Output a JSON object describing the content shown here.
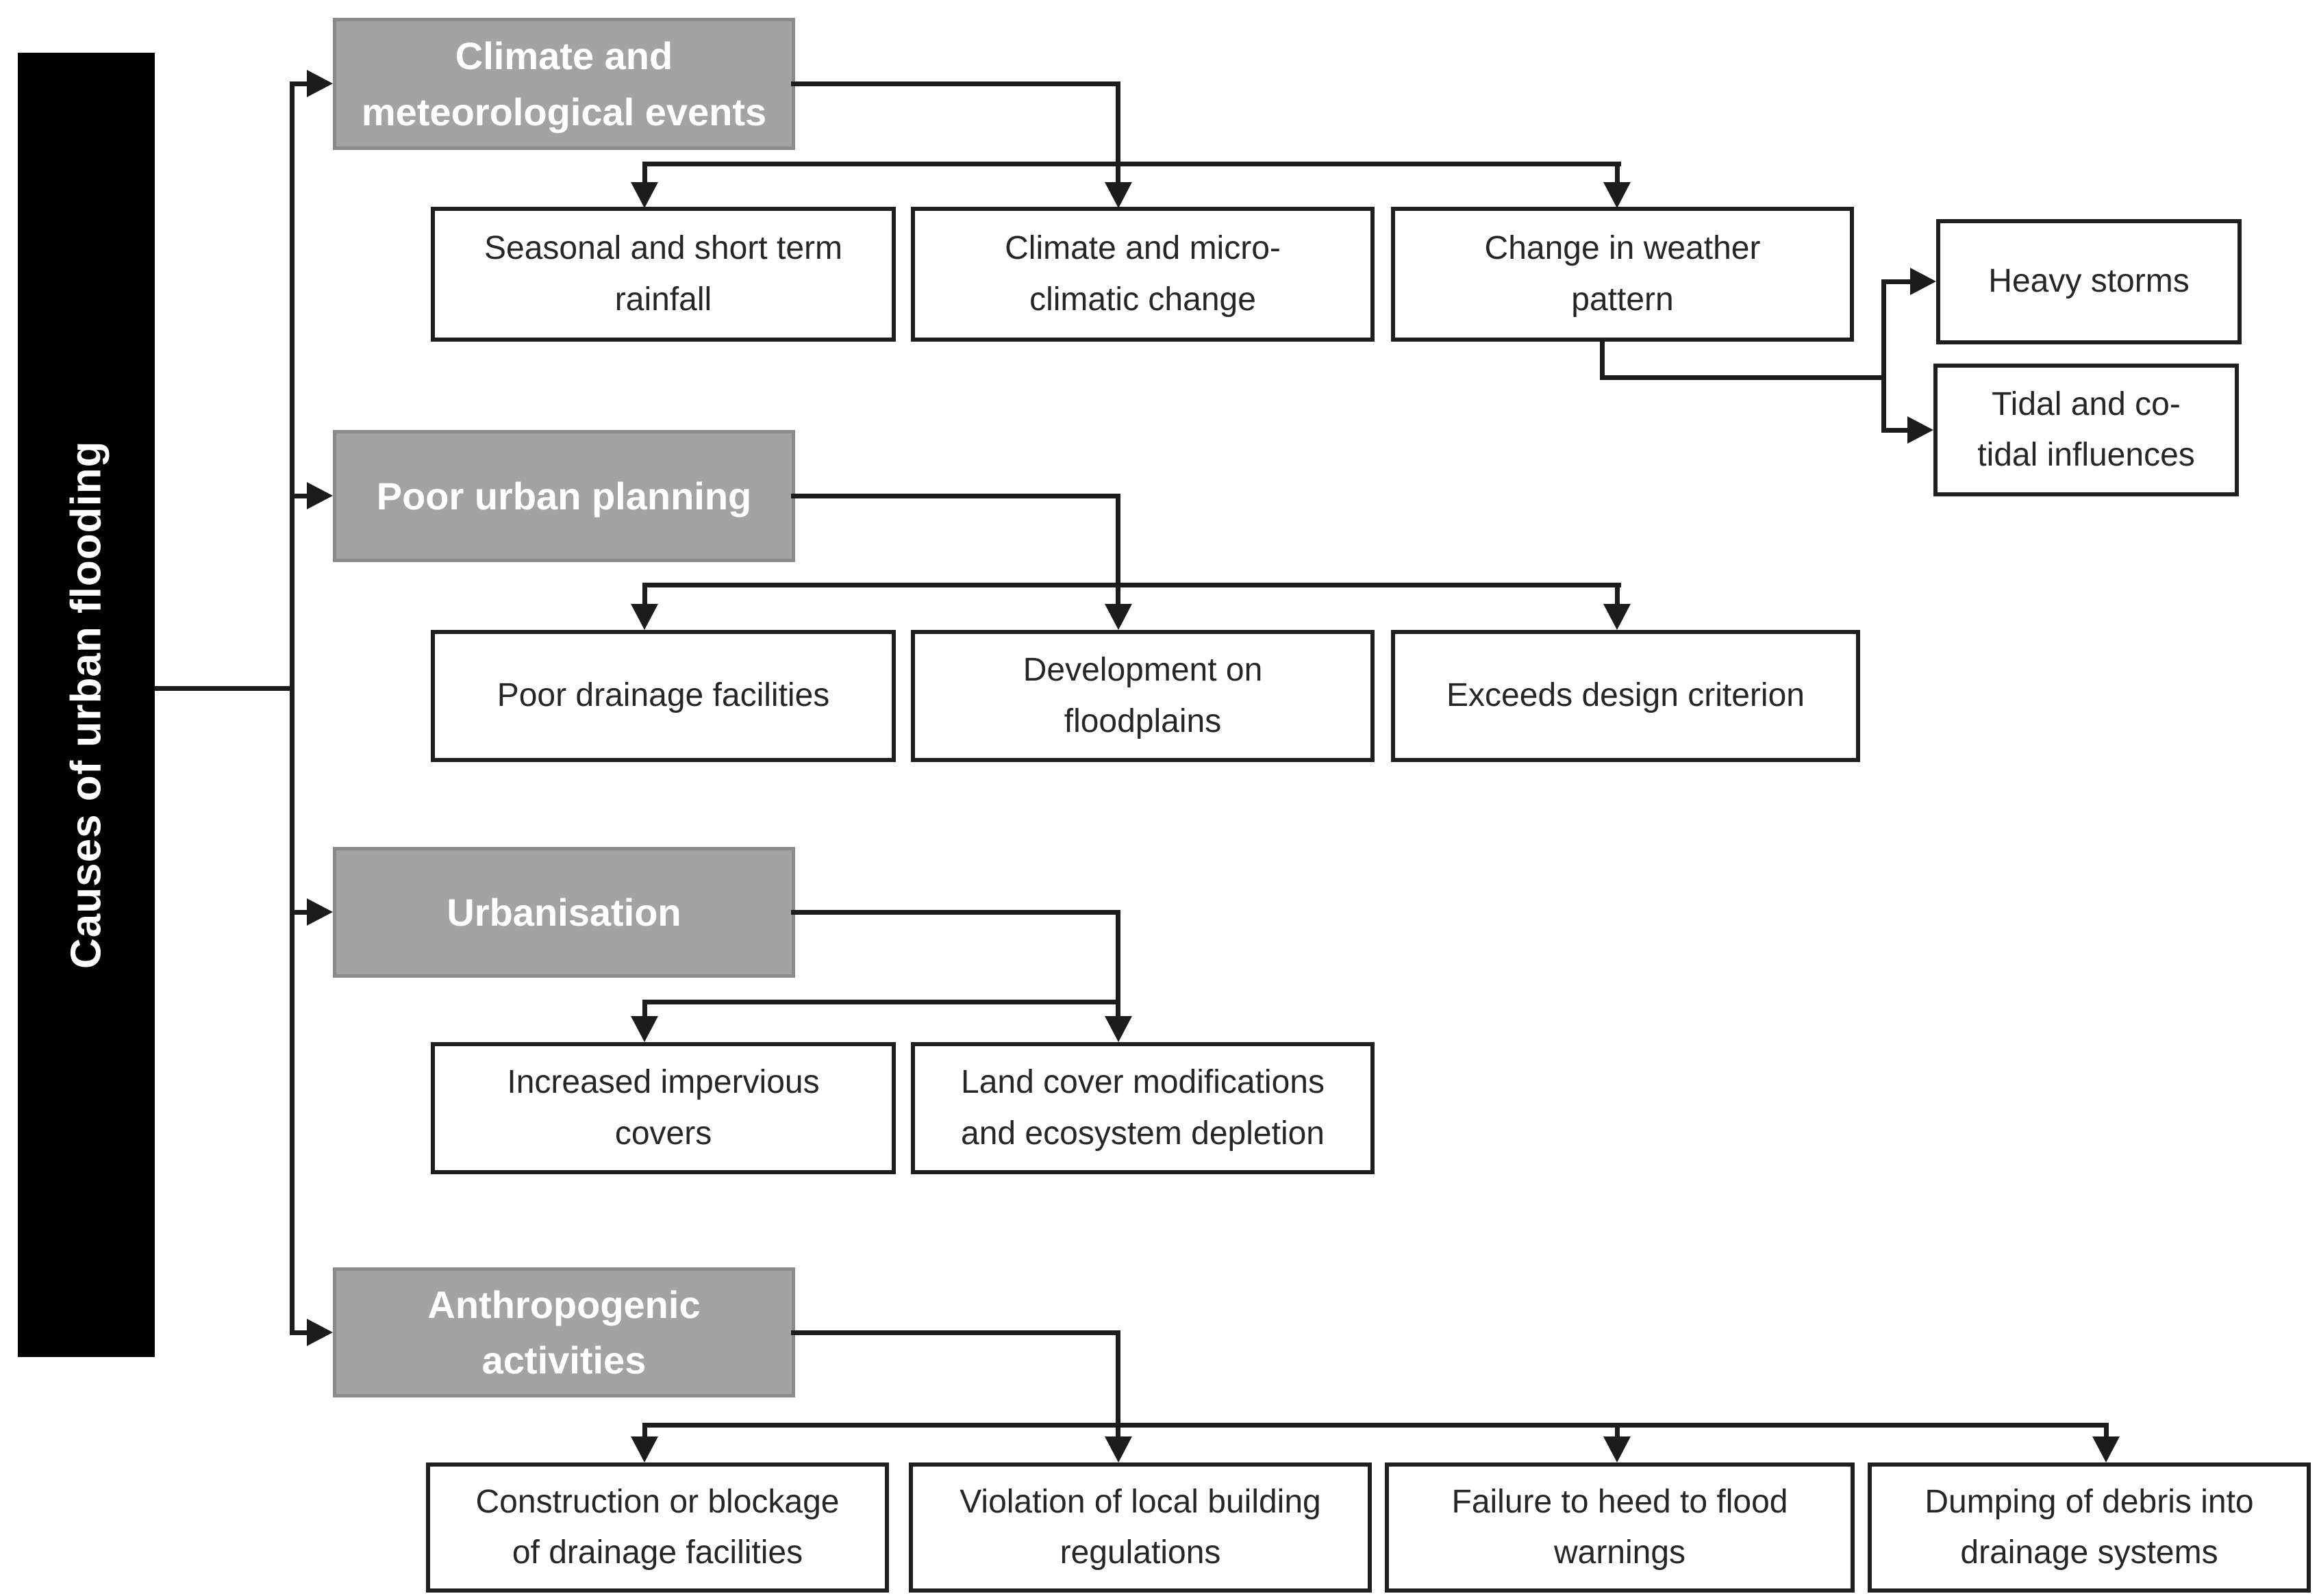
{
  "diagram": {
    "title": "Causes of urban flooding",
    "root": {
      "label": "Causes of urban flooding"
    },
    "groups": [
      {
        "label": "Climate and\nmeteorological events",
        "children": [
          "Seasonal and short term\nrainfall",
          "Climate and micro-\nclimatic change",
          "Change in weather\npattern"
        ],
        "subchildren": [
          "Heavy storms",
          "Tidal and co-\ntidal influences"
        ]
      },
      {
        "label": "Poor urban planning",
        "children": [
          "Poor drainage facilities",
          "Development on\nfloodplains",
          "Exceeds design criterion"
        ]
      },
      {
        "label": "Urbanisation",
        "children": [
          "Increased impervious\ncovers",
          "Land cover modifications\nand ecosystem depletion"
        ]
      },
      {
        "label": "Anthropogenic\nactivities",
        "children": [
          "Construction or blockage\nof drainage facilities",
          "Violation of local building\nregulations",
          "Failure to heed to flood\nwarnings",
          "Dumping of debris into\ndrainage systems"
        ]
      }
    ],
    "colors": {
      "root_fill": "#000000",
      "root_text": "#ffffff",
      "category_fill": "#a3a3a3",
      "category_border": "#8b8b8b",
      "category_text": "#ffffff",
      "node_fill": "#ffffff",
      "node_border": "#1f1f1f",
      "node_text": "#262626",
      "connector": "#1c1c1c",
      "background": "#ffffff"
    }
  }
}
